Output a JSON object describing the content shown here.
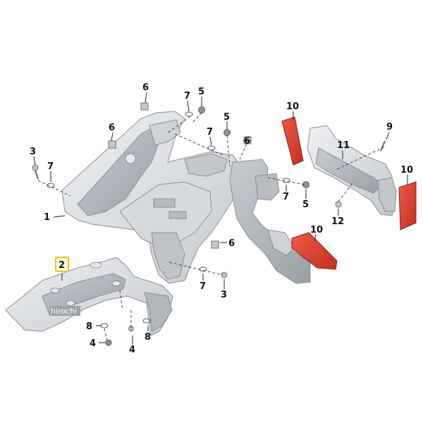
{
  "callouts": {
    "c1": "1",
    "c2": "2",
    "c3a": "3",
    "c3b": "3",
    "c4": "4",
    "c5a": "5",
    "c5b": "5",
    "c5c": "5",
    "c6a": "6",
    "c6b": "6",
    "c6c": "6",
    "c6d": "6",
    "c7a": "7",
    "c7b": "7",
    "c7c": "7",
    "c7d": "7",
    "c7e": "7",
    "c8a": "8",
    "c8b": "8",
    "c9": "9",
    "c10a": "10",
    "c10b": "10",
    "c10c": "10",
    "c11": "11",
    "c12": "12"
  },
  "watermark": "hirochi",
  "colors": {
    "part_light": "#e3e5e8",
    "part_mid": "#c9ccd1",
    "part_dark": "#a9aeb4",
    "reflector": "#e03a2a",
    "reflector_dark": "#b52a1c",
    "highlight_box": "#f2c200"
  }
}
